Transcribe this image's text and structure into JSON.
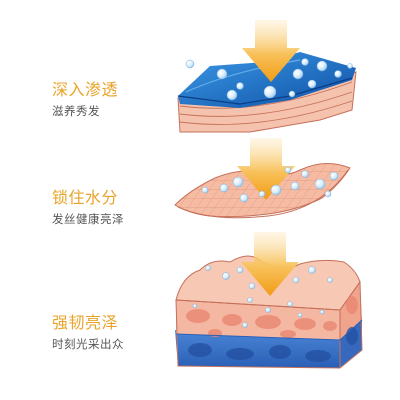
{
  "steps": [
    {
      "title": "深入渗透",
      "subtitle": "滋养秀发"
    },
    {
      "title": "锁住水分",
      "subtitle": "发丝健康亮泽"
    },
    {
      "title": "强韧亮泽",
      "subtitle": "时刻光采出众"
    }
  ],
  "colors": {
    "title": "#e8a42a",
    "subtitle": "#555555",
    "arrow": "#f3a51c",
    "water_blue": "#1c73c6",
    "skin_pink": "#f4b39a",
    "skin_line": "#c5705a",
    "deep_blue": "#3f7bd2"
  },
  "icons": [
    "down-arrow-icon",
    "water-droplet-icon"
  ]
}
